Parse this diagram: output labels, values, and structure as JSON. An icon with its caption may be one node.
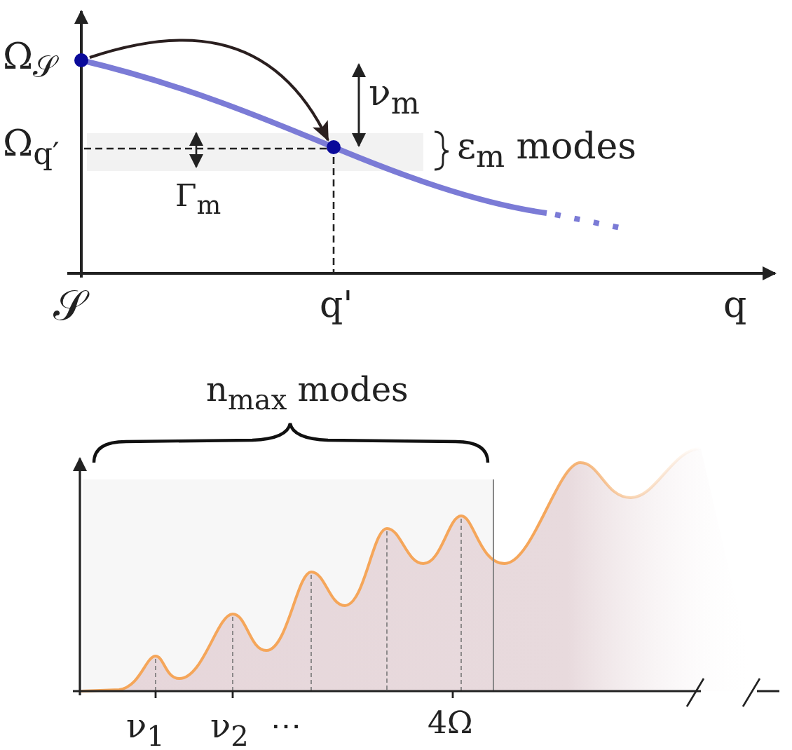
{
  "diagram": {
    "nodes": [
      {
        "text": [],
        "shape": "circle"
      },
      {
        "text": [],
        "shape": "circle"
      }
    ],
    "edges": [
      {
        "from": 0,
        "to": 1,
        "arrow": "to"
      }
    ],
    "labels": [
      "Ω$_{𝒮}$",
      "ν$_{m}$",
      "Ω$_{q′}$",
      "ε$_{m}$ modes",
      "Γ$_{m}$",
      "𝒮",
      "q'",
      "q",
      "n$_{max}$ modes",
      "ν$_{1}$",
      "ν$_{2}$",
      "⋯",
      "4Ω"
    ]
  }
}
